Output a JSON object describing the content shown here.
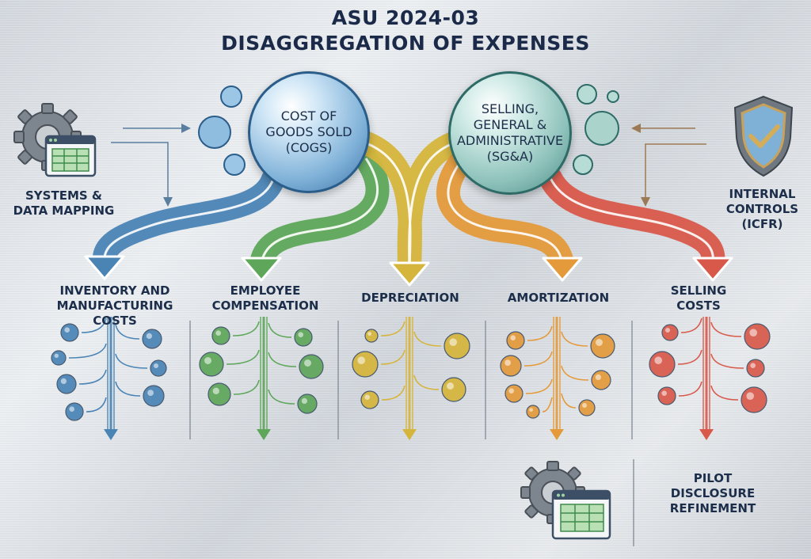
{
  "title": {
    "line1": "ASU 2024-03",
    "line2": "DISAGGREGATION OF EXPENSES"
  },
  "hubs": {
    "cogs": {
      "label": "COST OF\nGOODS SOLD\n(COGS)"
    },
    "sga": {
      "label": "SELLING,\nGENERAL &\nADMINISTRATIVE\n(SG&A)"
    }
  },
  "left_panel": {
    "line1": "SYSTEMS &",
    "line2": "DATA MAPPING",
    "icon": "gear-spreadsheet-icon"
  },
  "right_panel": {
    "line1": "INTERNAL",
    "line2": "CONTROLS",
    "line3": "(ICFR)",
    "icon": "shield-check-icon"
  },
  "categories": [
    {
      "line1": "INVENTORY AND",
      "line2": "MANUFACTURING COSTS",
      "color": "#4a84b5"
    },
    {
      "line1": "EMPLOYEE",
      "line2": "COMPENSATION",
      "color": "#5ea65a"
    },
    {
      "line1": "DEPRECIATION",
      "line2": "",
      "color": "#d6b53c"
    },
    {
      "line1": "AMORTIZATION",
      "line2": "",
      "color": "#e49a3b"
    },
    {
      "line1": "SELLING",
      "line2": "COSTS",
      "color": "#d8594a"
    }
  ],
  "pilot": {
    "line1": "PILOT",
    "line2": "DISCLOSURE",
    "line3": "REFINEMENT",
    "icon": "gear-spreadsheet-icon"
  }
}
